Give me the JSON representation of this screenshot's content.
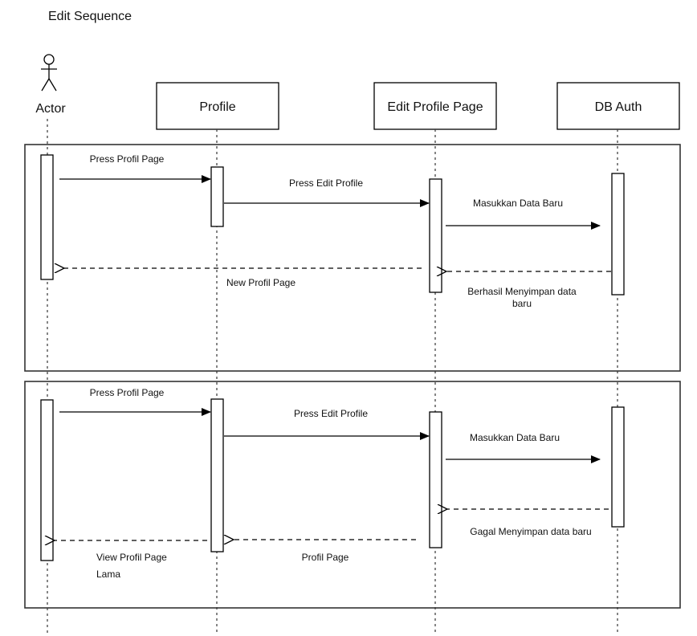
{
  "title": "Edit Sequence",
  "actor": {
    "label": "Actor"
  },
  "lifelines": [
    {
      "label": "Profile"
    },
    {
      "label": "Edit Profile Page"
    },
    {
      "label": "DB Auth"
    }
  ],
  "fragment1": {
    "messages": [
      {
        "label": "Press Profil Page"
      },
      {
        "label": "Press Edit Profile"
      },
      {
        "label": "Masukkan Data Baru"
      },
      {
        "label_line1": "Berhasil Menyimpan data",
        "label_line2": "baru"
      },
      {
        "label": "New Profil Page"
      }
    ]
  },
  "fragment2": {
    "messages": [
      {
        "label": "Press Profil Page"
      },
      {
        "label": "Press Edit Profile"
      },
      {
        "label": "Masukkan Data Baru"
      },
      {
        "label": "Gagal  Menyimpan data baru"
      },
      {
        "label": "Profil Page"
      },
      {
        "label_line1": "View Profil Page",
        "label_line2": "Lama"
      }
    ]
  }
}
